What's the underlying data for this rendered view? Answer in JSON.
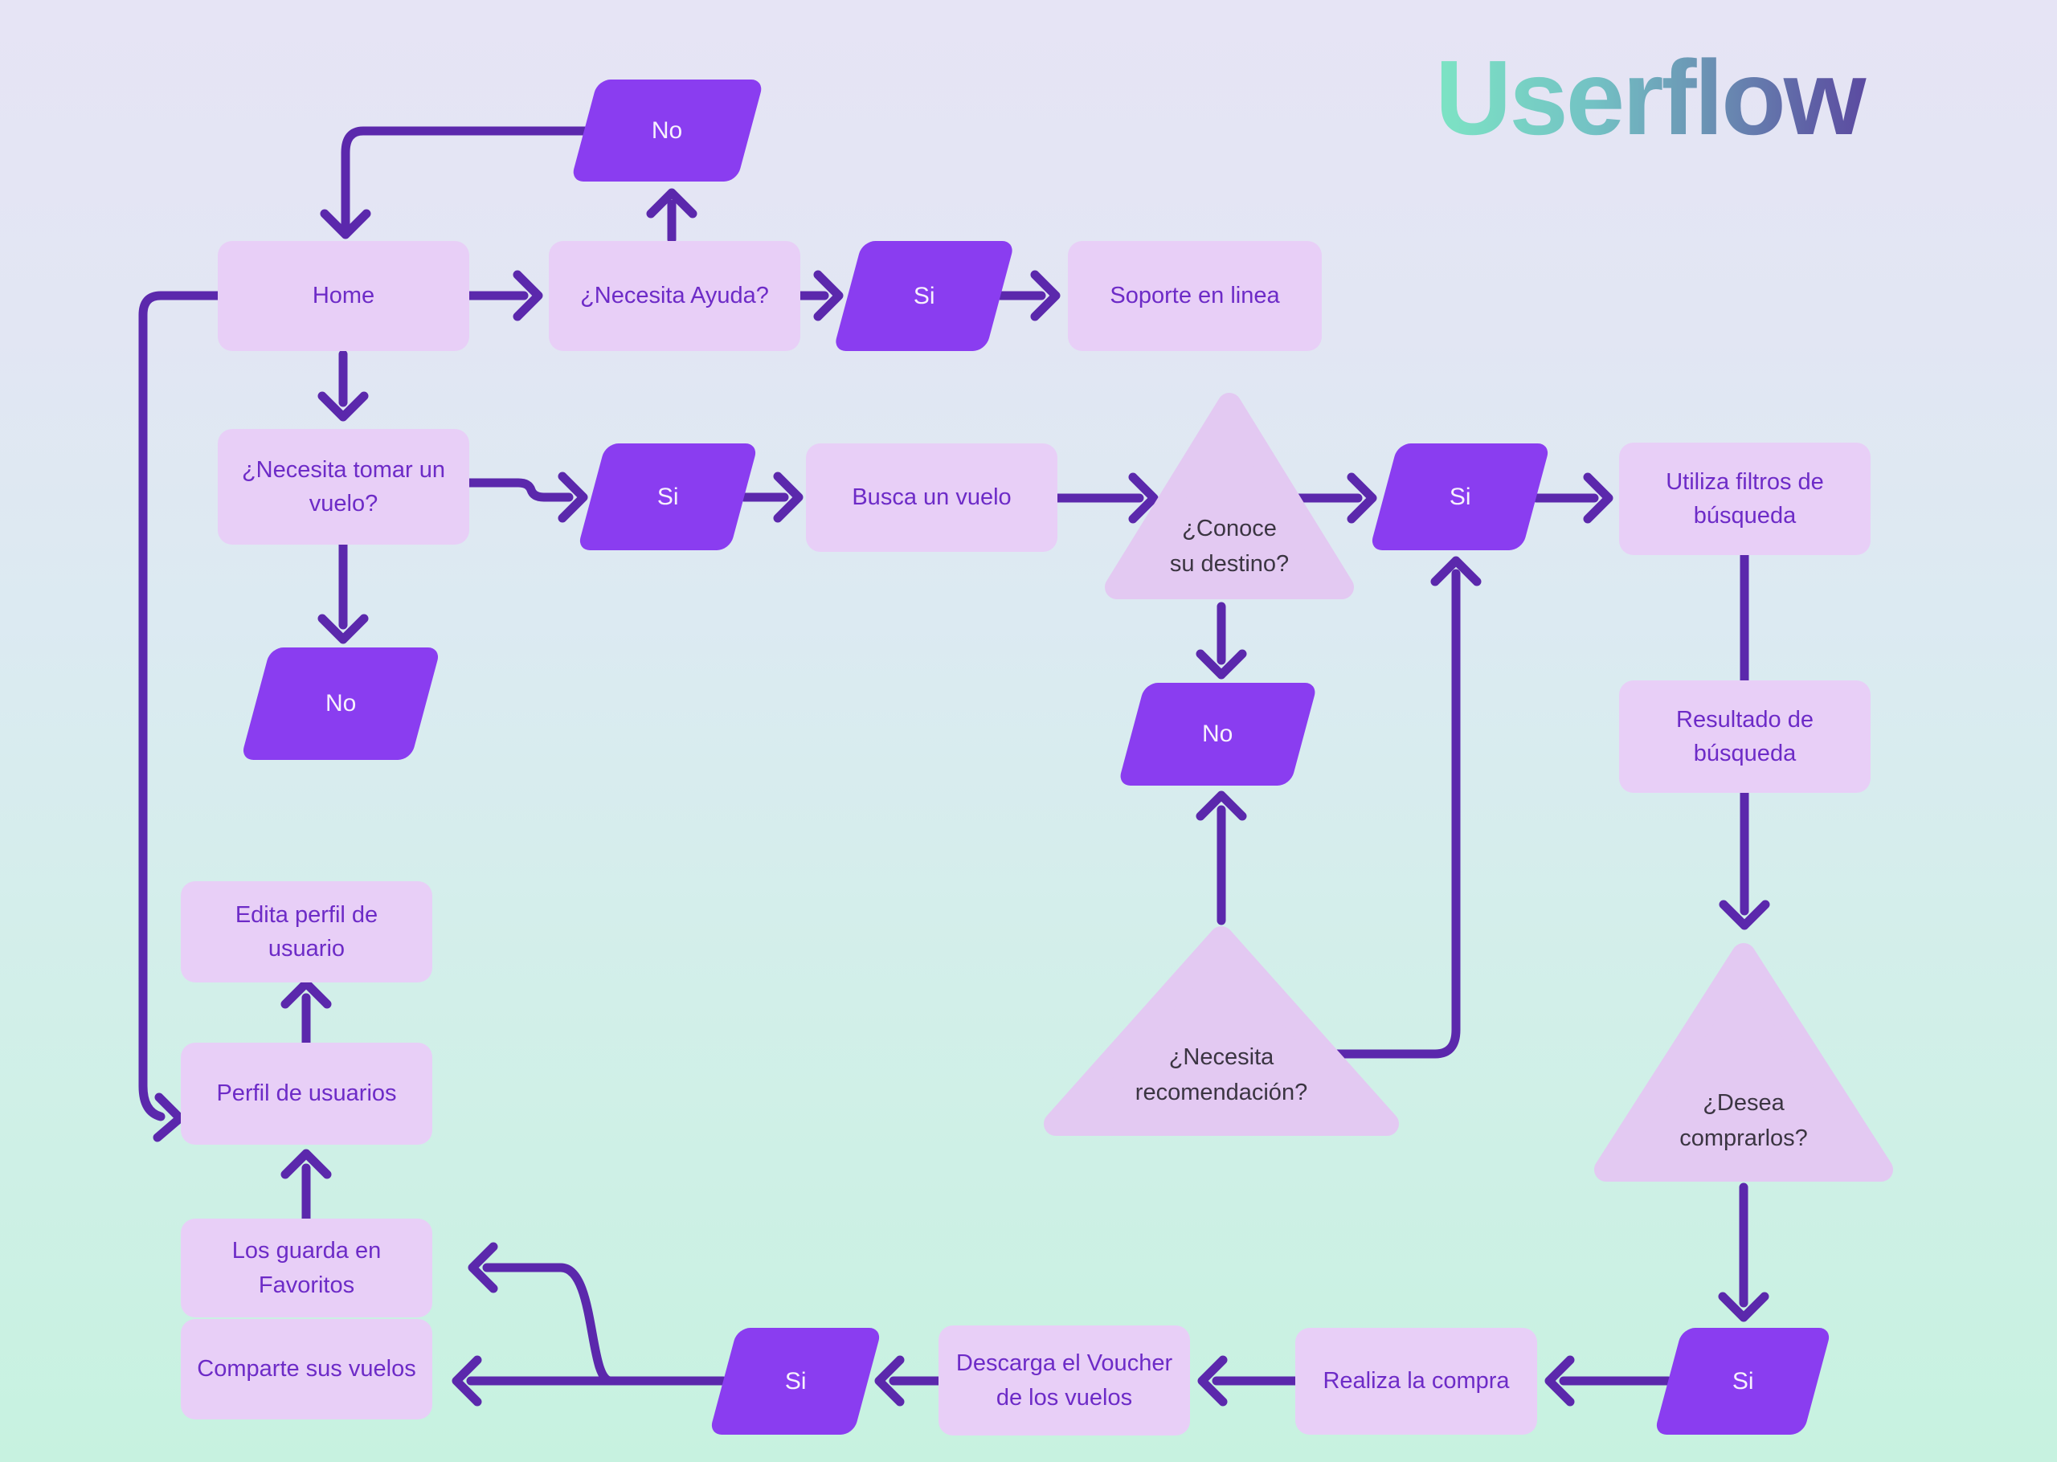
{
  "logo": {
    "text": "Userflow"
  },
  "colors": {
    "background_top": "#E6E4F5",
    "background_bottom": "#C7F2E0",
    "process_fill": "#E8CFF7",
    "decision_triangle_fill": "#E3C9F2",
    "yes_no_fill": "#8A3DF0",
    "arrow": "#5B28AC",
    "process_text": "#6D2BC7",
    "decision_text": "#3B3542",
    "yes_no_text": "#F7F1FD",
    "logo_gradient_from": "#7DE4C4",
    "logo_gradient_to": "#53308B"
  },
  "nodes": {
    "home": {
      "label": "Home"
    },
    "necesita_ayuda": {
      "label": "¿Necesita Ayuda?"
    },
    "si_ayuda": {
      "label": "Si"
    },
    "soporte": {
      "label": "Soporte en linea"
    },
    "no_ayuda": {
      "label": "No"
    },
    "necesita_vuelo": {
      "label": "¿Necesita tomar un\nvuelo?"
    },
    "si_vuelo": {
      "label": "Si"
    },
    "busca_vuelo": {
      "label": "Busca un vuelo"
    },
    "conoce_destino": {
      "label": "¿Conoce\nsu destino?"
    },
    "si_destino": {
      "label": "Si"
    },
    "utiliza_filtros": {
      "label": "Utiliza filtros de\nbúsqueda"
    },
    "no_vuelo": {
      "label": "No"
    },
    "no_destino": {
      "label": "No"
    },
    "resultado_busqueda": {
      "label": "Resultado de\nbúsqueda"
    },
    "edita_perfil": {
      "label": "Edita perfil de\nusuario"
    },
    "perfil_usuarios": {
      "label": "Perfil de usuarios"
    },
    "necesita_recomendacion": {
      "label": "¿Necesita\nrecomendación?"
    },
    "desea_comprarlos": {
      "label": "¿Desea\ncomprarlos?"
    },
    "guarda_favoritos": {
      "label": "Los guarda en\nFavoritos"
    },
    "comparte_vuelos": {
      "label": "Comparte sus vuelos"
    },
    "si_compra": {
      "label": "Si"
    },
    "descarga_voucher": {
      "label": "Descarga el Voucher\nde los vuelos"
    },
    "realiza_compra": {
      "label": "Realiza la compra"
    },
    "si_comprar": {
      "label": "Si"
    }
  }
}
